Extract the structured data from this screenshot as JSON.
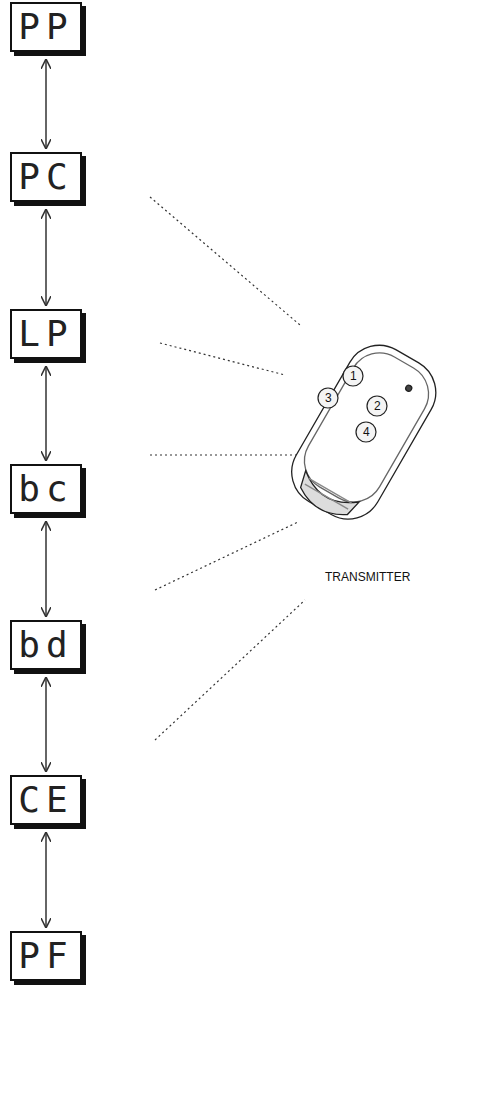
{
  "diagram": {
    "nodes": [
      {
        "text": [
          "PP"
        ]
      },
      {
        "text": [
          "PC"
        ]
      },
      {
        "text": [
          "LP"
        ]
      },
      {
        "text": [
          "bc"
        ]
      },
      {
        "text": [
          "bd"
        ]
      },
      {
        "text": [
          "CE"
        ]
      },
      {
        "text": [
          "PF"
        ]
      }
    ],
    "edges": [
      {
        "from": 0,
        "to": 1,
        "arrow": "both"
      },
      {
        "from": 1,
        "to": 2,
        "arrow": "both"
      },
      {
        "from": 2,
        "to": 3,
        "arrow": "both"
      },
      {
        "from": 3,
        "to": 4,
        "arrow": "both"
      },
      {
        "from": 4,
        "to": 5,
        "arrow": "both"
      },
      {
        "from": 5,
        "to": 6,
        "arrow": "both"
      }
    ],
    "labels": [
      "1",
      "2",
      "3",
      "4",
      "TRANSMITTER"
    ]
  }
}
